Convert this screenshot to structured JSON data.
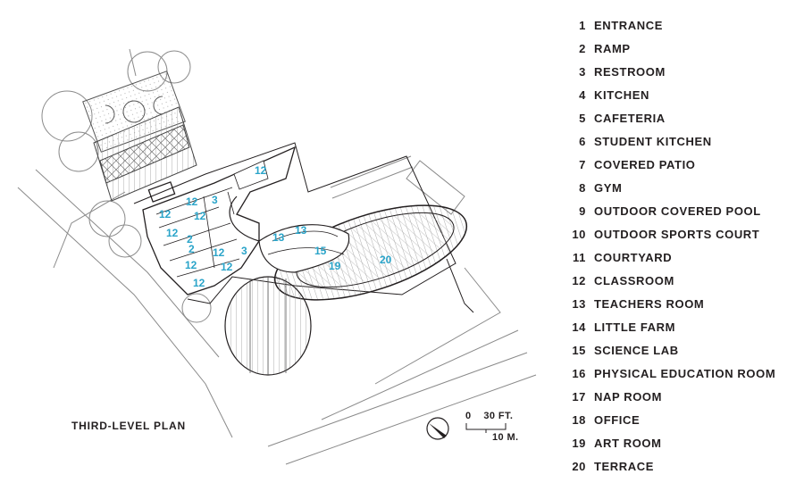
{
  "legend": [
    {
      "num": "1",
      "label": "ENTRANCE"
    },
    {
      "num": "2",
      "label": "RAMP"
    },
    {
      "num": "3",
      "label": "RESTROOM"
    },
    {
      "num": "4",
      "label": "KITCHEN"
    },
    {
      "num": "5",
      "label": "CAFETERIA"
    },
    {
      "num": "6",
      "label": "STUDENT KITCHEN"
    },
    {
      "num": "7",
      "label": "COVERED PATIO"
    },
    {
      "num": "8",
      "label": "GYM"
    },
    {
      "num": "9",
      "label": "OUTDOOR COVERED POOL"
    },
    {
      "num": "10",
      "label": "OUTDOOR SPORTS COURT"
    },
    {
      "num": "11",
      "label": "COURTYARD"
    },
    {
      "num": "12",
      "label": "CLASSROOM"
    },
    {
      "num": "13",
      "label": "TEACHERS ROOM"
    },
    {
      "num": "14",
      "label": "LITTLE FARM"
    },
    {
      "num": "15",
      "label": "SCIENCE LAB"
    },
    {
      "num": "16",
      "label": "PHYSICAL EDUCATION ROOM"
    },
    {
      "num": "17",
      "label": "NAP ROOM"
    },
    {
      "num": "18",
      "label": "OFFICE"
    },
    {
      "num": "19",
      "label": "ART ROOM"
    },
    {
      "num": "20",
      "label": "TERRACE"
    }
  ],
  "plan_title": "THIRD-LEVEL PLAN",
  "scale": {
    "feet": "0    30 FT.",
    "meters": "10 M."
  },
  "room_tags": {
    "classroom": "12",
    "ramp": "2",
    "restroom": "3",
    "teachers_room": "13",
    "science_lab": "15",
    "art_room": "19",
    "terrace": "20"
  },
  "colors": {
    "tag": "#2aa4c9",
    "line": "#231f20",
    "light_line": "#8a8a8a"
  }
}
